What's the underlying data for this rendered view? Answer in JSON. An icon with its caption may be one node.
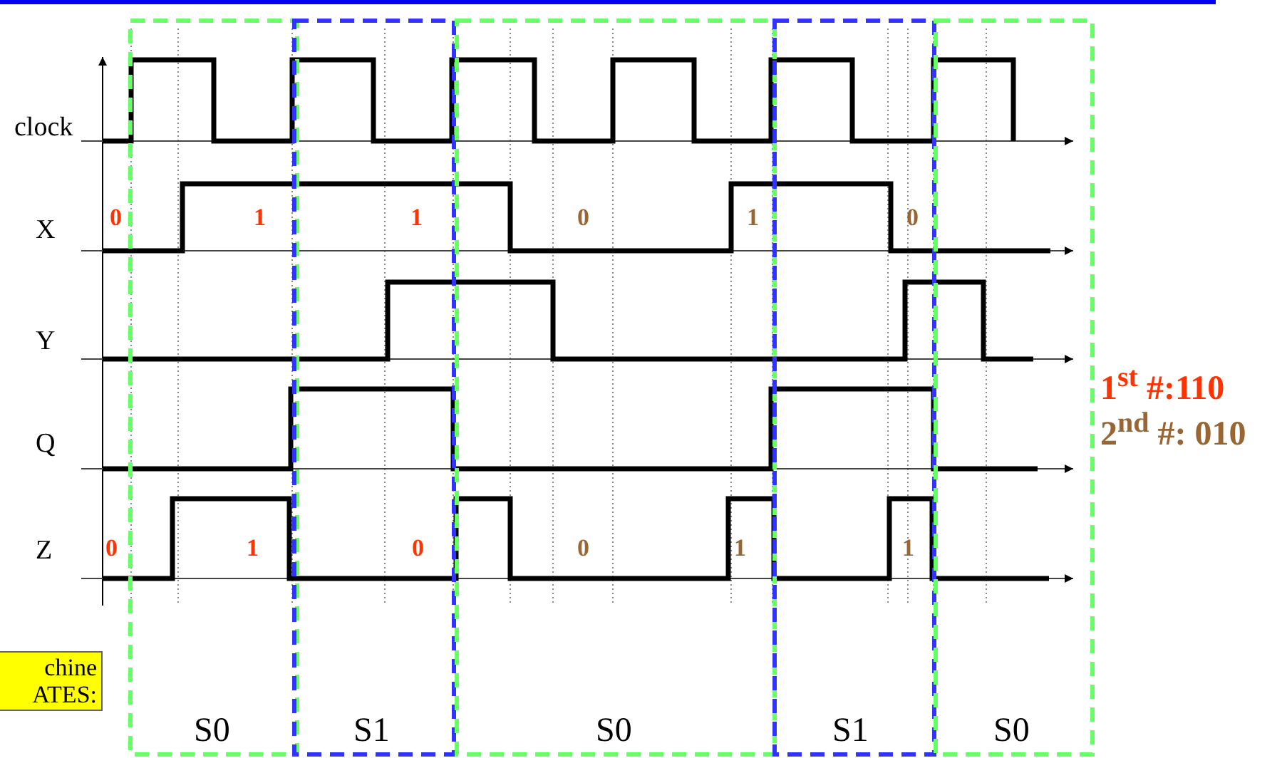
{
  "diagram": {
    "nodes": [
      {
        "text": [
          "chine ATES:"
        ]
      }
    ],
    "labels": [
      "clock",
      "X",
      "0",
      "1",
      "1",
      "0",
      "1",
      "0",
      "Y",
      "1$^{st}$ #:110",
      "2$^{nd}$ #: 010",
      "Q",
      "Z",
      "0",
      "1",
      "0",
      "0",
      "1",
      "1",
      "S0",
      "S1",
      "S0",
      "S1",
      "S0"
    ]
  }
}
